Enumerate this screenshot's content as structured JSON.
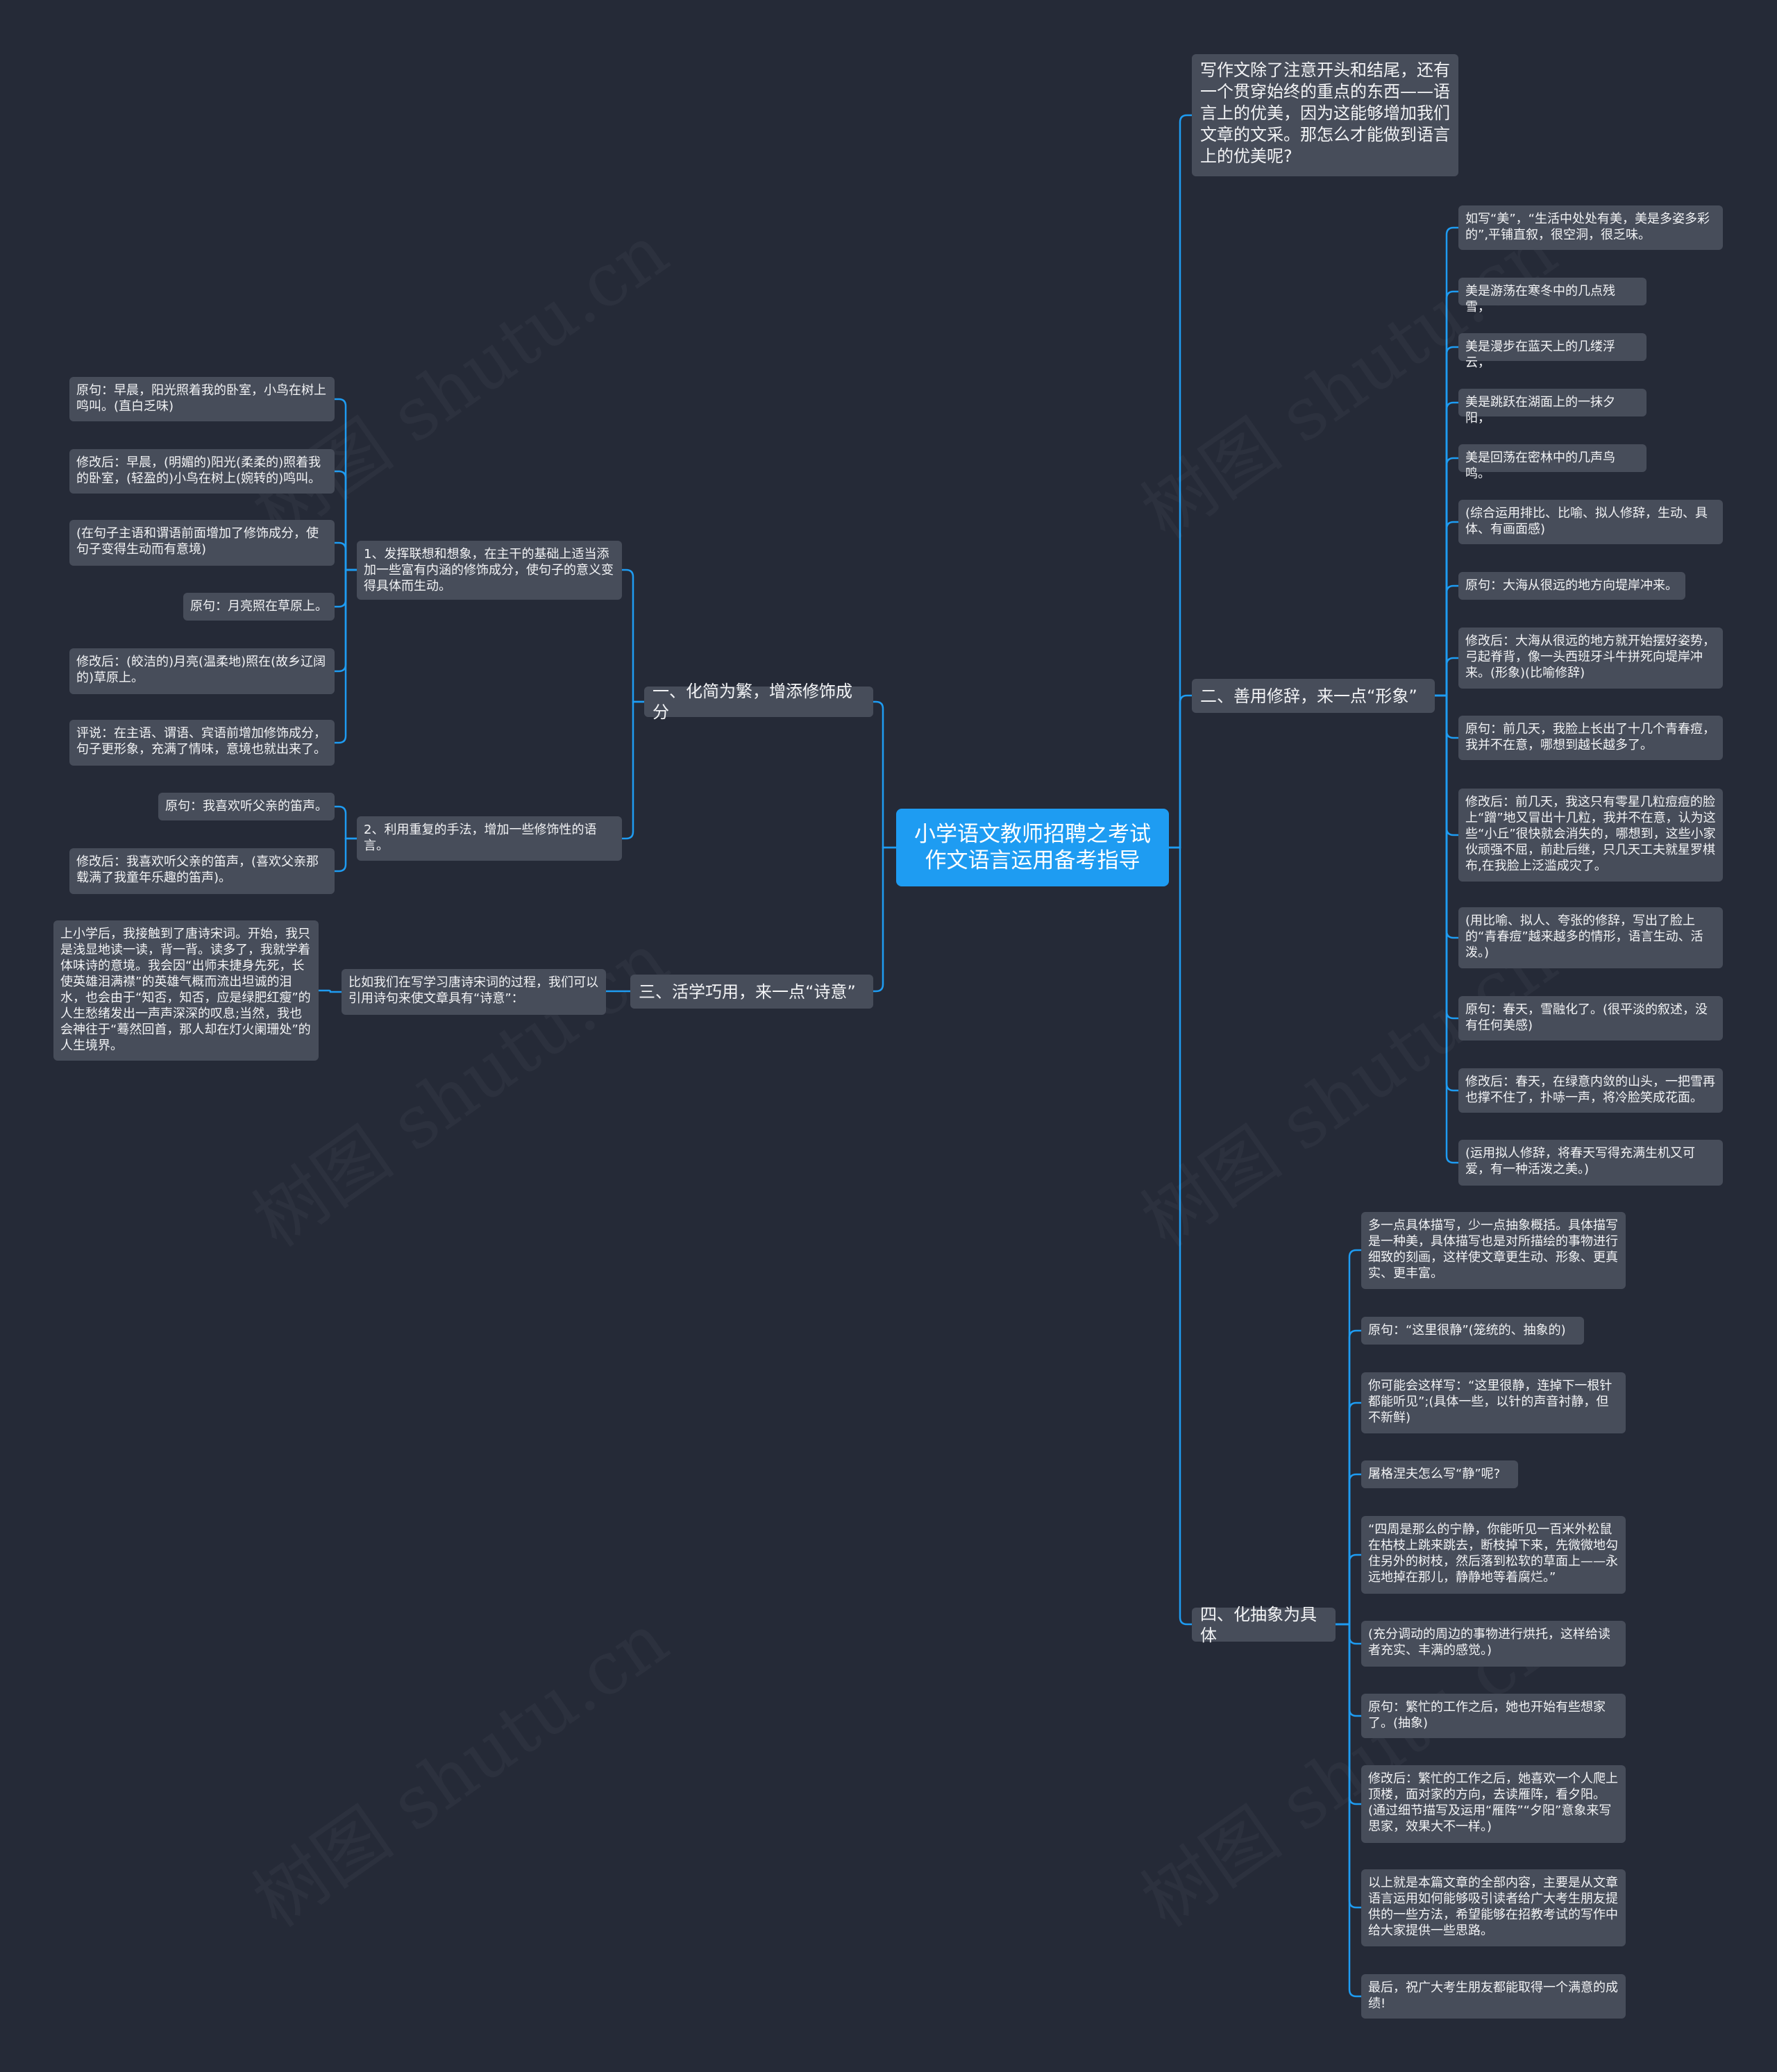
{
  "root": {
    "title": "小学语文教师招聘之考试作文语言运用备考指导"
  },
  "intro": "写作文除了注意开头和结尾，还有一个贯穿始终的重点的东西——语言上的优美，因为这能够增加我们文章的文采。那怎么才能做到语言上的优美呢?",
  "branch1": {
    "label": "一、化简为繁，增添修饰成分",
    "sub1": {
      "label": "1、发挥联想和想象，在主干的基础上适当添加一些富有内涵的修饰成分，使句子的意义变得具体而生动。",
      "items": [
        "原句：早晨，阳光照着我的卧室，小鸟在树上鸣叫。(直白乏味)",
        "修改后：早晨，(明媚的)阳光(柔柔的)照着我的卧室，(轻盈的)小鸟在树上(婉转的)鸣叫。",
        "(在句子主语和谓语前面增加了修饰成分，使句子变得生动而有意境)",
        "原句：月亮照在草原上。",
        "修改后：(皎洁的)月亮(温柔地)照在(故乡辽阔的)草原上。",
        "评说：在主语、谓语、宾语前增加修饰成分，句子更形象，充满了情味，意境也就出来了。"
      ]
    },
    "sub2": {
      "label": "2、利用重复的手法，增加一些修饰性的语言。",
      "items": [
        "原句：我喜欢听父亲的笛声。",
        "修改后：我喜欢听父亲的笛声，(喜欢父亲那载满了我童年乐趣的笛声)。"
      ]
    }
  },
  "branch3": {
    "label": "三、活学巧用，来一点“诗意”",
    "sub": {
      "label": "比如我们在写学习唐诗宋词的过程，我们可以引用诗句来使文章具有“诗意”：",
      "item": "上小学后，我接触到了唐诗宋词。开始，我只是浅显地读一读，背一背。读多了，我就学着体味诗的意境。我会因“出师未捷身先死，长使英雄泪满襟”的英雄气概而流出坦诚的泪水，也会由于“知否，知否，应是绿肥红瘦”的人生愁绪发出一声声深深的叹息;当然，我也会神往于“蓦然回首，那人却在灯火阑珊处”的人生境界。"
    }
  },
  "branch2": {
    "label": "二、善用修辞，来一点“形象”",
    "items": [
      "如写“美”，“生活中处处有美，美是多姿多彩的”,平铺直叙，很空洞，很乏味。",
      "美是游荡在寒冬中的几点残雪，",
      "美是漫步在蓝天上的几缕浮云，",
      "美是跳跃在湖面上的一抹夕阳，",
      "美是回荡在密林中的几声鸟鸣。",
      "(综合运用排比、比喻、拟人修辞，生动、具体、有画面感)",
      "原句：大海从很远的地方向堤岸冲来。",
      "修改后：大海从很远的地方就开始摆好姿势，弓起脊背，像一头西班牙斗牛拼死向堤岸冲来。(形象)(比喻修辞)",
      "原句：前几天，我脸上长出了十几个青春痘，我并不在意，哪想到越长越多了。",
      "修改后：前几天，我这只有零星几粒痘痘的脸上“蹭”地又冒出十几粒，我并不在意，认为这些“小丘”很快就会消失的，哪想到，这些小家伙顽强不屈，前赴后继，只几天工夫就星罗棋布,在我脸上泛滥成灾了。",
      "(用比喻、拟人、夸张的修辞，写出了脸上的“青春痘”越来越多的情形，语言生动、活泼。)",
      "原句：春天，雪融化了。(很平淡的叙述，没有任何美感)",
      "修改后：春天，在绿意内敛的山头，一把雪再也撑不住了，扑哧一声，将冷脸笑成花面。",
      "(运用拟人修辞，将春天写得充满生机又可爱，有一种活泼之美。)"
    ]
  },
  "branch4": {
    "label": "四、化抽象为具体",
    "items": [
      "多一点具体描写，少一点抽象概括。具体描写是一种美，具体描写也是对所描绘的事物进行细致的刻画，这样使文章更生动、形象、更真实、更丰富。",
      "原句：“这里很静”(笼统的、抽象的)",
      "你可能会这样写：“这里很静，连掉下一根针都能听见”;(具体一些，以针的声音衬静，但不新鲜)",
      "屠格涅夫怎么写“静”呢?",
      "“四周是那么的宁静，你能听见一百米外松鼠在枯枝上跳来跳去，断枝掉下来，先微微地勾住另外的树枝，然后落到松软的草面上——永远地掉在那儿，静静地等着腐烂。”",
      "(充分调动的周边的事物进行烘托，这样给读者充实、丰满的感觉。)",
      "原句：繁忙的工作之后，她也开始有些想家了。(抽象)",
      "修改后：繁忙的工作之后，她喜欢一个人爬上顶楼，面对家的方向，去读雁阵，看夕阳。(通过细节描写及运用“雁阵”“夕阳”意象来写思家，效果大不一样。)",
      "以上就是本篇文章的全部内容，主要是从文章语言运用如何能够吸引读者给广大考生朋友提供的一些方法，希望能够在招教考试的写作中给大家提供一些思路。",
      "最后，祝广大考生朋友都能取得一个满意的成绩!"
    ]
  },
  "watermark": "树图 shutu.cn",
  "colors": {
    "background": "#252a37",
    "node": "#474d5a",
    "root": "#1e9cf2",
    "line": "#1e9cf2"
  }
}
